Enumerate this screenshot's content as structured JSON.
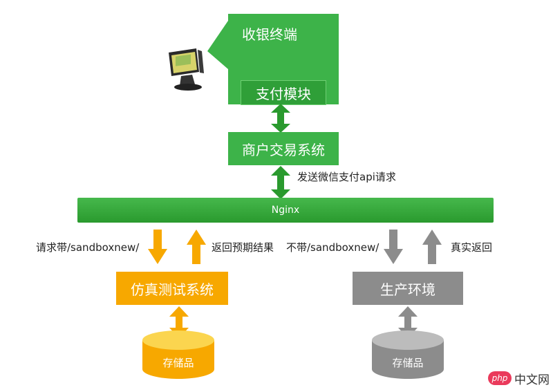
{
  "terminal": {
    "title": "收银终端",
    "module": "支付模块"
  },
  "merchant": {
    "label": "商户交易系统"
  },
  "request_label": "发送微信支付api请求",
  "nginx": {
    "label": "Nginx"
  },
  "sandbox_branch": {
    "request_label": "请求带/sandboxnew/",
    "return_label": "返回预期结果",
    "system": "仿真测试系统",
    "storage": "存储品"
  },
  "production_branch": {
    "request_label": "不带/sandboxnew/",
    "return_label": "真实返回",
    "system": "生产环境",
    "storage": "存储品"
  },
  "watermark": {
    "text": "中文网",
    "badge": "php"
  },
  "colors": {
    "green": "#3db349",
    "green_dark": "#2a9a2e",
    "orange": "#f7a800",
    "orange_light": "#fbd54f",
    "gray": "#8c8c8c",
    "gray_light": "#bcbcbc"
  }
}
